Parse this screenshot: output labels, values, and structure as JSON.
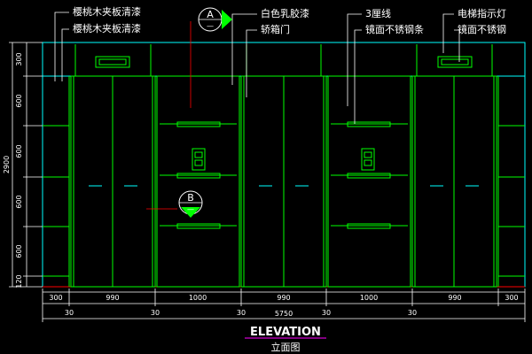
{
  "labels": {
    "top_left_1": "樱桃木夹板清漆",
    "top_left_2": "樱桃木夹板清漆",
    "white_paint": "白色乳胶漆",
    "elevator_door": "轿箱门",
    "ceiling_line": "3厘线",
    "mirror_steel_1": "镜面不锈钢条",
    "indicator": "电梯指示灯",
    "mirror_steel_2": "镜面不锈钢"
  },
  "markers": {
    "a_letter": "A",
    "a_sub": "—",
    "b_letter": "B",
    "b_sub": "—"
  },
  "vertical_dims": [
    "300",
    "600",
    "600",
    "600",
    "600",
    "120"
  ],
  "vertical_total": "2900",
  "horizontal_dims": [
    "300",
    "990",
    "1000",
    "990",
    "1000",
    "990",
    "300"
  ],
  "gap_dims": [
    "30",
    "30",
    "30",
    "30",
    "30"
  ],
  "total_width": "5750",
  "title": "ELEVATION",
  "subtitle": "立面图",
  "colors": {
    "line_green": "#00ff00",
    "line_cyan": "#00ffff",
    "line_red": "#ff0000",
    "text": "#ffffff"
  }
}
